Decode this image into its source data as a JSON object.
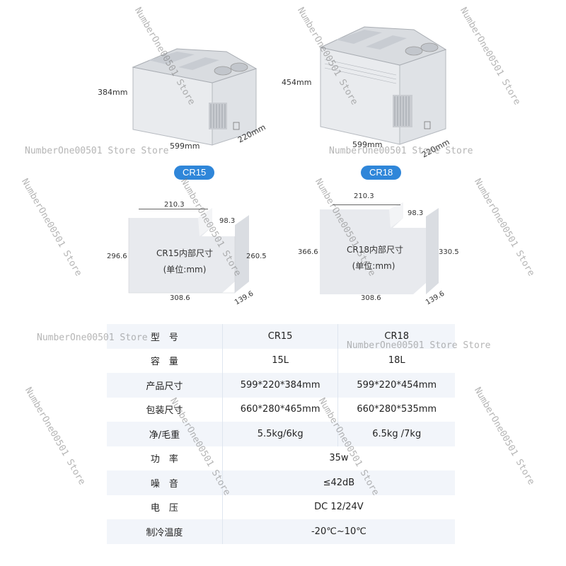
{
  "models": {
    "cr15": {
      "badge": "CR15",
      "height": "384mm",
      "length": "599mm",
      "depth": "220mm",
      "inner": {
        "top": "210.3",
        "step": "98.3",
        "left_h": "296.6",
        "right_h": "260.5",
        "bottom": "308.6",
        "side": "139.6",
        "title": "CR15内部尺寸",
        "unit": "(单位:mm)"
      }
    },
    "cr18": {
      "badge": "CR18",
      "height": "454mm",
      "length": "599mm",
      "depth": "220mm",
      "inner": {
        "top": "210.3",
        "step": "98.3",
        "left_h": "366.6",
        "right_h": "330.5",
        "bottom": "308.6",
        "side": "139.6",
        "title": "CR18内部尺寸",
        "unit": "(单位:mm)"
      }
    }
  },
  "spec_table": {
    "rows": [
      {
        "label": "型　号",
        "cr15": "CR15",
        "cr18": "CR18"
      },
      {
        "label": "容　量",
        "cr15": "15L",
        "cr18": "18L"
      },
      {
        "label": "产品尺寸",
        "cr15": "599*220*384mm",
        "cr18": "599*220*454mm"
      },
      {
        "label": "包装尺寸",
        "cr15": "660*280*465mm",
        "cr18": "660*280*535mm"
      },
      {
        "label": "净/毛重",
        "cr15": "5.5kg/6kg",
        "cr18": "6.5kg /7kg"
      },
      {
        "label": "功　率",
        "shared": "35w"
      },
      {
        "label": "噪　音",
        "shared": "≤42dB"
      },
      {
        "label": "电　压",
        "shared": "DC 12/24V"
      },
      {
        "label": "制冷温度",
        "shared": "-20℃~10℃"
      }
    ]
  },
  "watermark": "NumberOne00501 Store",
  "watermark_double": "NumberOne00501 Store Store",
  "colors": {
    "accent": "#2f86d9",
    "row_alt": "#f2f5fa",
    "box_fill": "#e8eaee"
  }
}
